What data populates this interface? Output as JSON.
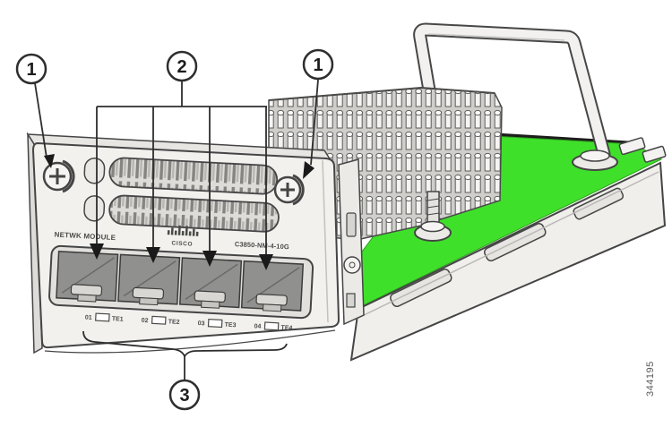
{
  "figure": {
    "figure_number": "344195",
    "description": "Cisco network module line illustration with callouts"
  },
  "callouts": {
    "screw_left_label": "1",
    "ports_label": "2",
    "screw_right_label": "1",
    "leds_label": "3"
  },
  "faceplate": {
    "left_silkscreen": "NETWK MODULE",
    "brand": "CISCO",
    "model": "C3850-NM-4-10G",
    "ports": [
      {
        "number": "01",
        "name": "TE1"
      },
      {
        "number": "02",
        "name": "TE2"
      },
      {
        "number": "03",
        "name": "TE3"
      },
      {
        "number": "04",
        "name": "TE4"
      }
    ]
  },
  "colors": {
    "pcb_green": "#3fe02a",
    "cage_gray": "#90908e",
    "line_gray": "#3f3f3f",
    "metal_light": "#f0efec"
  }
}
